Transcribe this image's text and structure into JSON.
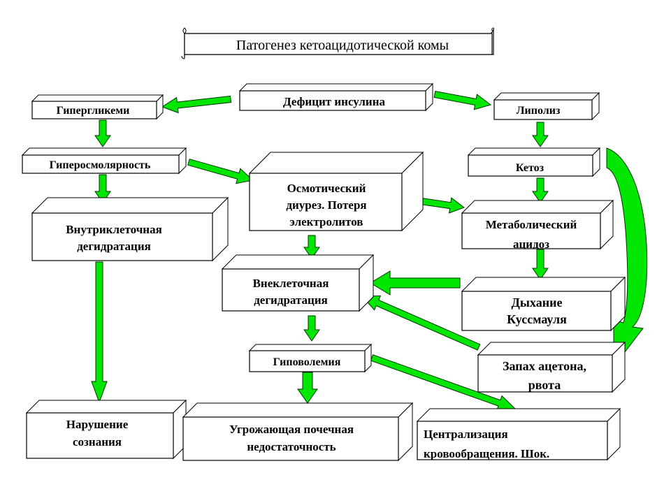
{
  "title": "Патогенез кетоацидотической комы",
  "nodes": {
    "deficit": [
      "Дефицит инсулина"
    ],
    "hyperglyc": [
      "Гипергликеми"
    ],
    "lipolysis": [
      "Липолиз"
    ],
    "hyperosm": [
      "Гиперосмолярность"
    ],
    "ketosis": [
      "Кетоз"
    ],
    "osmotic": [
      "Осмотический",
      "диурез. Потеря",
      "электролитов"
    ],
    "intracell": [
      "Внутриклеточная",
      "дегидратация"
    ],
    "metab": [
      "Метаболический",
      "ацидоз"
    ],
    "extracell": [
      "Внеклеточная",
      "дегидратация"
    ],
    "kussmaul": [
      "Дыхание",
      "Куссмауля"
    ],
    "hypovol": [
      "Гиповолемия"
    ],
    "acetone": [
      "Запах ацетона,",
      "рвота"
    ],
    "consc": [
      "Нарушение",
      "сознания"
    ],
    "renal": [
      "Угрожающая почечная",
      "недостаточность"
    ],
    "central": [
      "Централизация",
      "кровообращения. Шок."
    ]
  },
  "colors": {
    "arrow_fill": "#00e600",
    "arrow_stroke": "#003300",
    "box_fill": "#ffffff",
    "box_stroke": "#000000"
  }
}
